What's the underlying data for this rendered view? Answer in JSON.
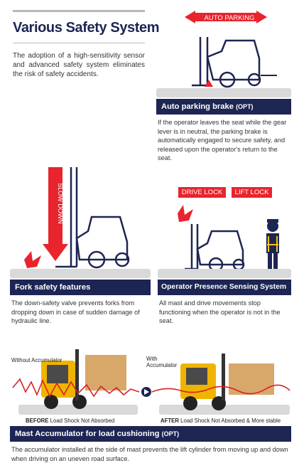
{
  "header": {
    "title": "Various Safety System",
    "intro": "The adoption of a high-sensitivity sensor and advanced safety system eliminates the risk of safety accidents."
  },
  "sections": {
    "auto_parking": {
      "badge": "AUTO PARKING",
      "title": "Auto parking brake",
      "opt": "(OPT)",
      "desc": "If the operator leaves the seat while the gear lever is in neutral, the parking brake is automatically engaged to secure safety, and released upon the operator's return to the seat."
    },
    "fork_safety": {
      "arrow_label": "SLOW DOWN",
      "title": "Fork safety features",
      "desc": "The down-safety valve prevents forks from dropping down in case of sudden damage of hydraulic line."
    },
    "presence": {
      "tag_drive": "DRIVE LOCK",
      "tag_lift": "LIFT LOCK",
      "title": "Operator Presence Sensing System",
      "desc": "All mast and drive movements stop functioning when the operator is not in the seat."
    },
    "mast_accumulator": {
      "label_without": "Without Accumulator",
      "label_with": "With Accumulator",
      "before_bold": "BEFORE",
      "before_text": "Load Shock Not Absorbed",
      "after_bold": "AFTER",
      "after_text": "Load Shock Not Absorbed & More stable",
      "title": "Mast Accumulator for load cushioning",
      "opt": "(OPT)",
      "desc": "The accumulator installed at the side of mast prevents the lift cylinder from moving up and down when driving on an uneven road surface."
    }
  },
  "colors": {
    "navy": "#1d2553",
    "red": "#e8242d",
    "gray": "#d9d9d9"
  }
}
